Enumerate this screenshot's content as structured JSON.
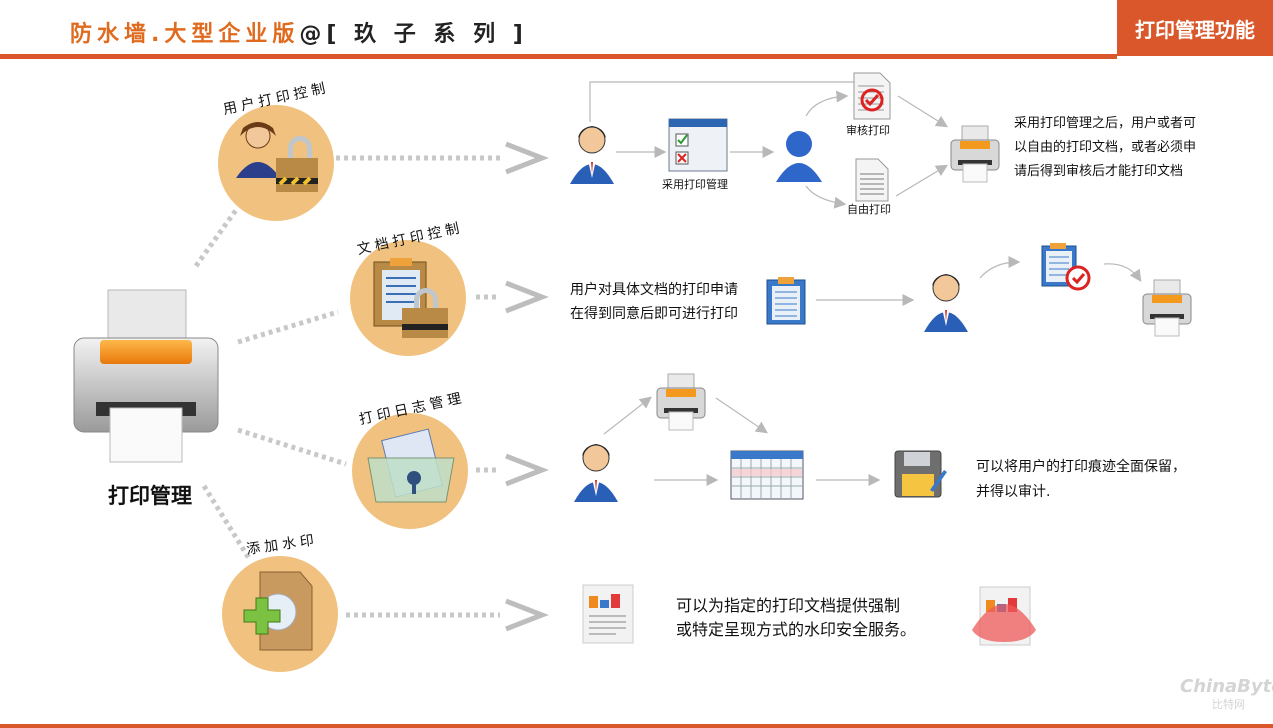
{
  "header": {
    "title_part1": "防水墙",
    "title_dot": ".",
    "title_part2": "大型企业版",
    "title_at": "@",
    "title_series": "[ 玖 子 系 列 ]",
    "badge": "打印管理功能"
  },
  "center": {
    "label": "打印管理"
  },
  "categories": [
    {
      "label": "用户打印控制",
      "icon": "user-lock-icon"
    },
    {
      "label": "文档打印控制",
      "icon": "document-lock-icon"
    },
    {
      "label": "打印日志管理",
      "icon": "log-box-icon"
    },
    {
      "label": "添加水印",
      "icon": "watermark-add-icon"
    }
  ],
  "row1": {
    "node_apply": "采用打印管理",
    "node_audit": "审核打印",
    "node_free": "自由打印",
    "desc": "采用打印管理之后，用户或者可以自由的打印文档，或者必须申请后得到审核后才能打印文档"
  },
  "row2": {
    "desc_line1": "用户对具体文档的打印申请",
    "desc_line2": "在得到同意后即可进行打印"
  },
  "row3": {
    "desc_line1": "可以将用户的打印痕迹全面保留，",
    "desc_line2": "并得以审计."
  },
  "row4": {
    "desc_line1": "可以为指定的打印文档提供强制",
    "desc_line2": "或特定呈现方式的水印安全服务。"
  },
  "watermark": {
    "brand": "ChinaByte",
    "cn": "比特网"
  },
  "colors": {
    "accent": "#d9572b",
    "circle": "#f1c27f",
    "connector": "#c8c8c8"
  }
}
